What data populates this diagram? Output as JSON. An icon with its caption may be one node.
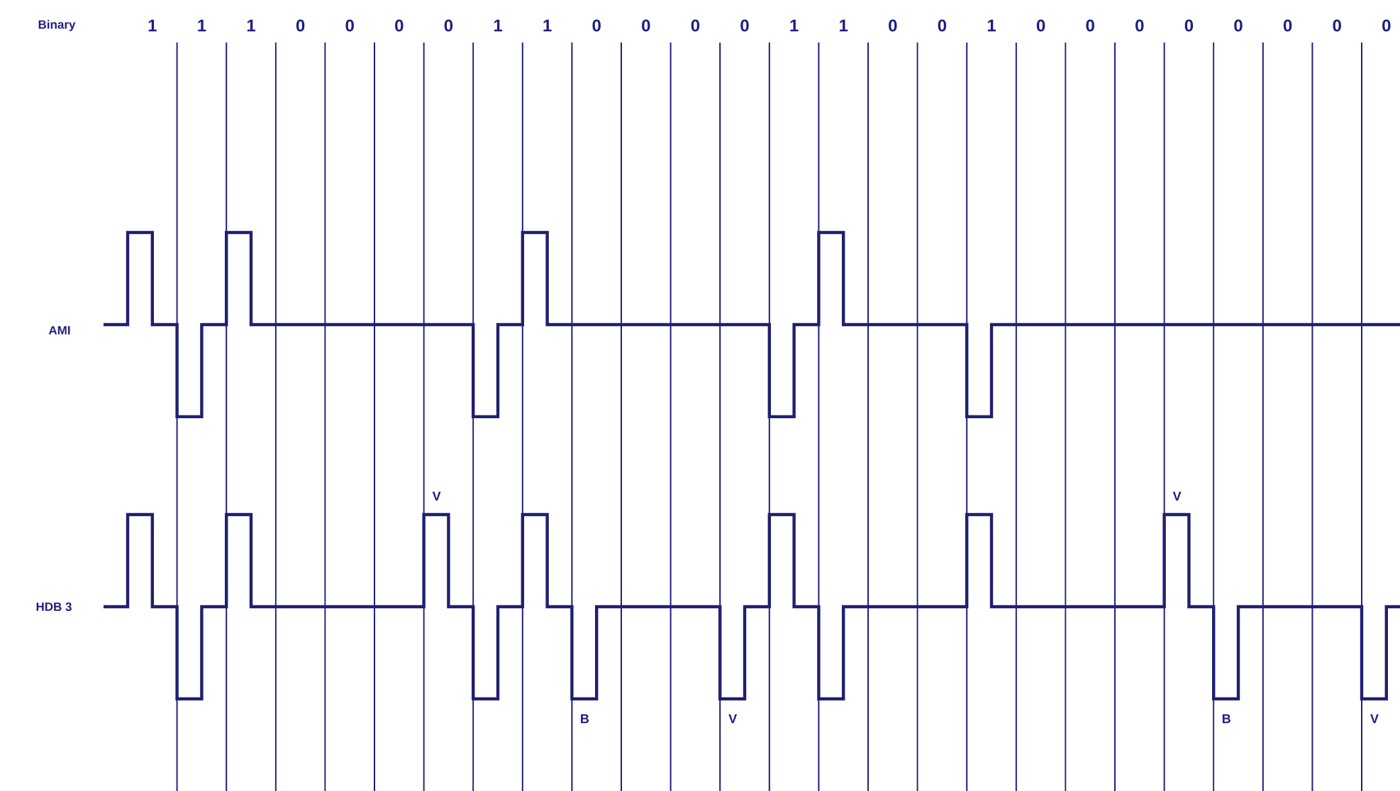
{
  "diagram": {
    "labels": [
      "Binary",
      "1",
      "1",
      "1",
      "0",
      "0",
      "0",
      "0",
      "1",
      "1",
      "0",
      "0",
      "0",
      "0",
      "1",
      "1",
      "0",
      "0",
      "1",
      "0",
      "0",
      "0",
      "0",
      "0",
      "0",
      "0",
      "0",
      "AMI",
      "HDB 3",
      "V",
      "V",
      "B",
      "V",
      "B",
      "V"
    ]
  }
}
